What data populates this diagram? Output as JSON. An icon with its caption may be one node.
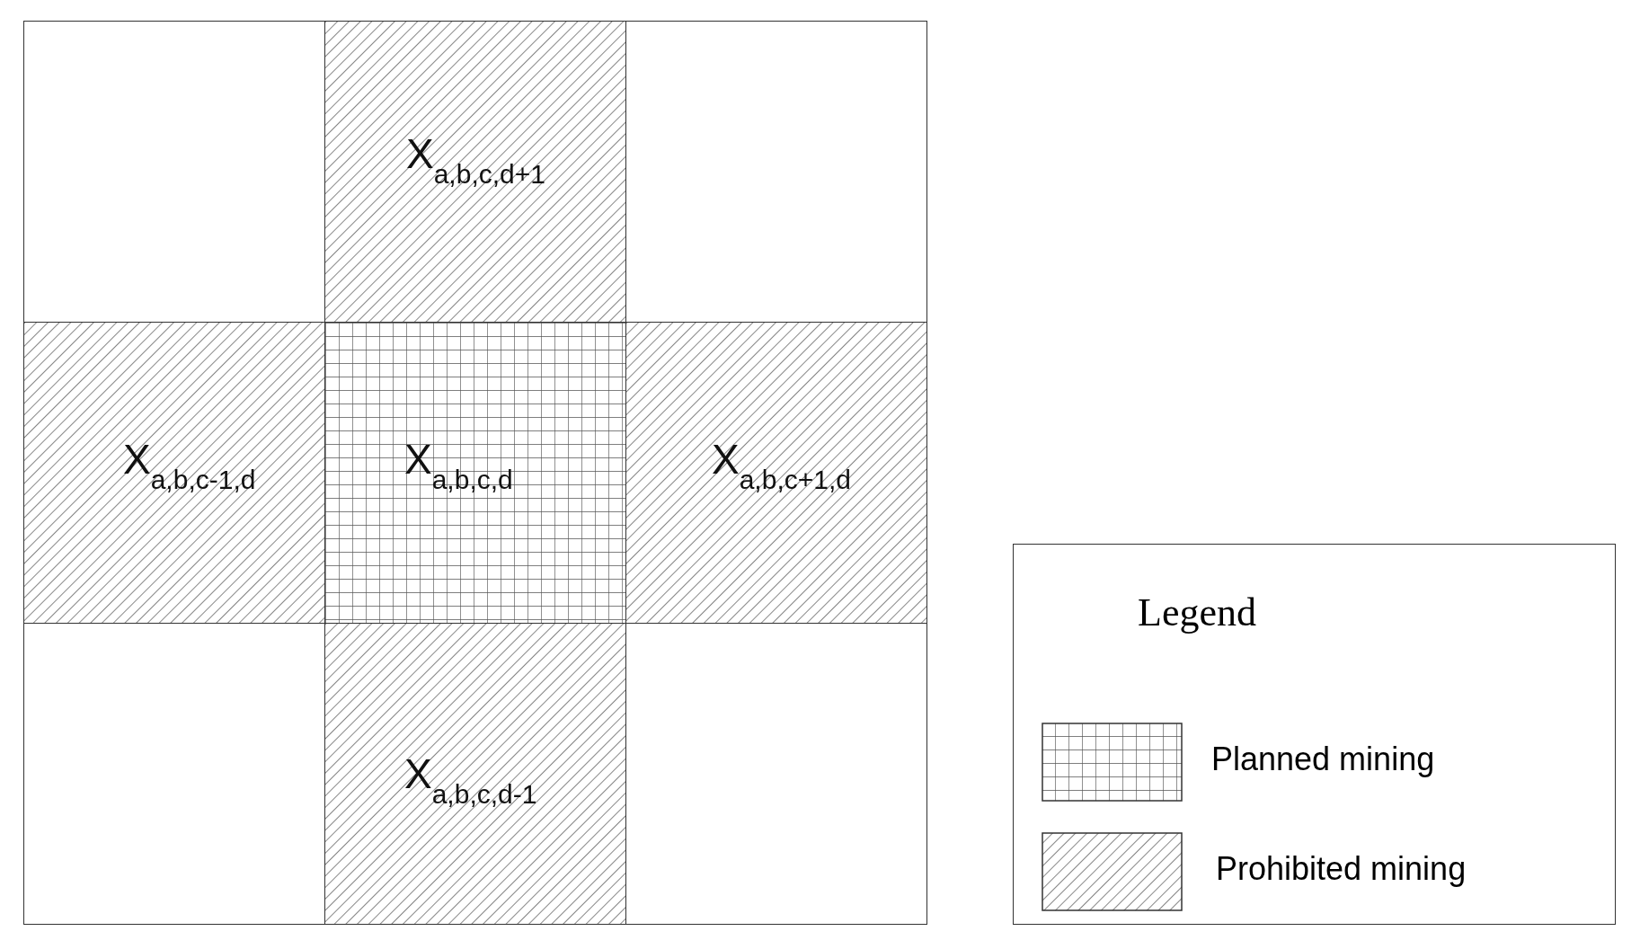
{
  "diagram": {
    "nodes": [
      {
        "text": [],
        "shape": "box"
      },
      {
        "text": [
          "X$_{a,b,c,d+1}$"
        ]
      },
      {
        "text": [],
        "shape": "box"
      },
      {
        "text": [
          "X$_{a,b,c-1,d}$"
        ]
      },
      {
        "text": [
          "X$_{a,b,c,d}$"
        ]
      },
      {
        "text": [
          "X$_{a,b,c+1,d}$"
        ]
      },
      {
        "text": [],
        "shape": "box"
      },
      {
        "text": [
          "X$_{a,b,c,d-1}$"
        ]
      },
      {
        "text": [],
        "shape": "box"
      }
    ],
    "labels": [
      "Legend"
    ],
    "legend": [
      {
        "text": "Planned mining"
      },
      {
        "text": "Prohibited mining"
      }
    ]
  }
}
